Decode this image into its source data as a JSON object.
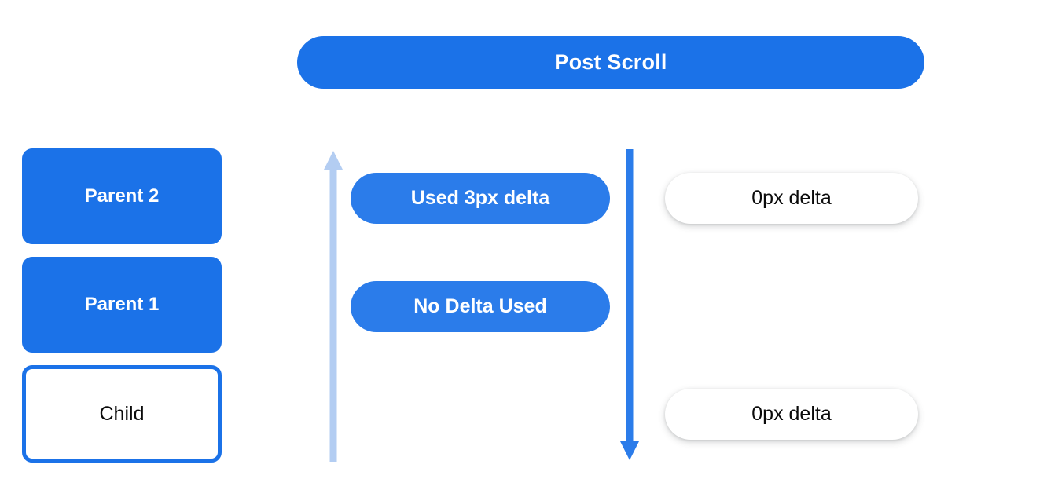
{
  "header": {
    "title": "Post Scroll",
    "color": "#1b72e8"
  },
  "colors": {
    "primary_blue": "#1b72e8",
    "pill_blue": "#2b7cea",
    "arrow_light_blue": "#b3cdf2",
    "arrow_dark_blue": "#2b7cea",
    "text_dark": "#0b0b0b",
    "background": "#ffffff"
  },
  "left_stack": {
    "nodes": [
      {
        "label": "Parent 2",
        "style": "filled"
      },
      {
        "label": "Parent 1",
        "style": "filled"
      },
      {
        "label": "Child",
        "style": "outlined"
      }
    ]
  },
  "arrows": [
    {
      "name": "scroll-up-arrow",
      "direction": "up",
      "color": "#b3cdf2"
    },
    {
      "name": "scroll-down-arrow",
      "direction": "down",
      "color": "#2b7cea"
    }
  ],
  "middle_column": {
    "pills": [
      {
        "label": "Used 3px delta"
      },
      {
        "label": "No Delta Used"
      }
    ]
  },
  "right_column": {
    "pills": [
      {
        "label": "0px delta"
      },
      {
        "label": "0px delta"
      }
    ]
  }
}
